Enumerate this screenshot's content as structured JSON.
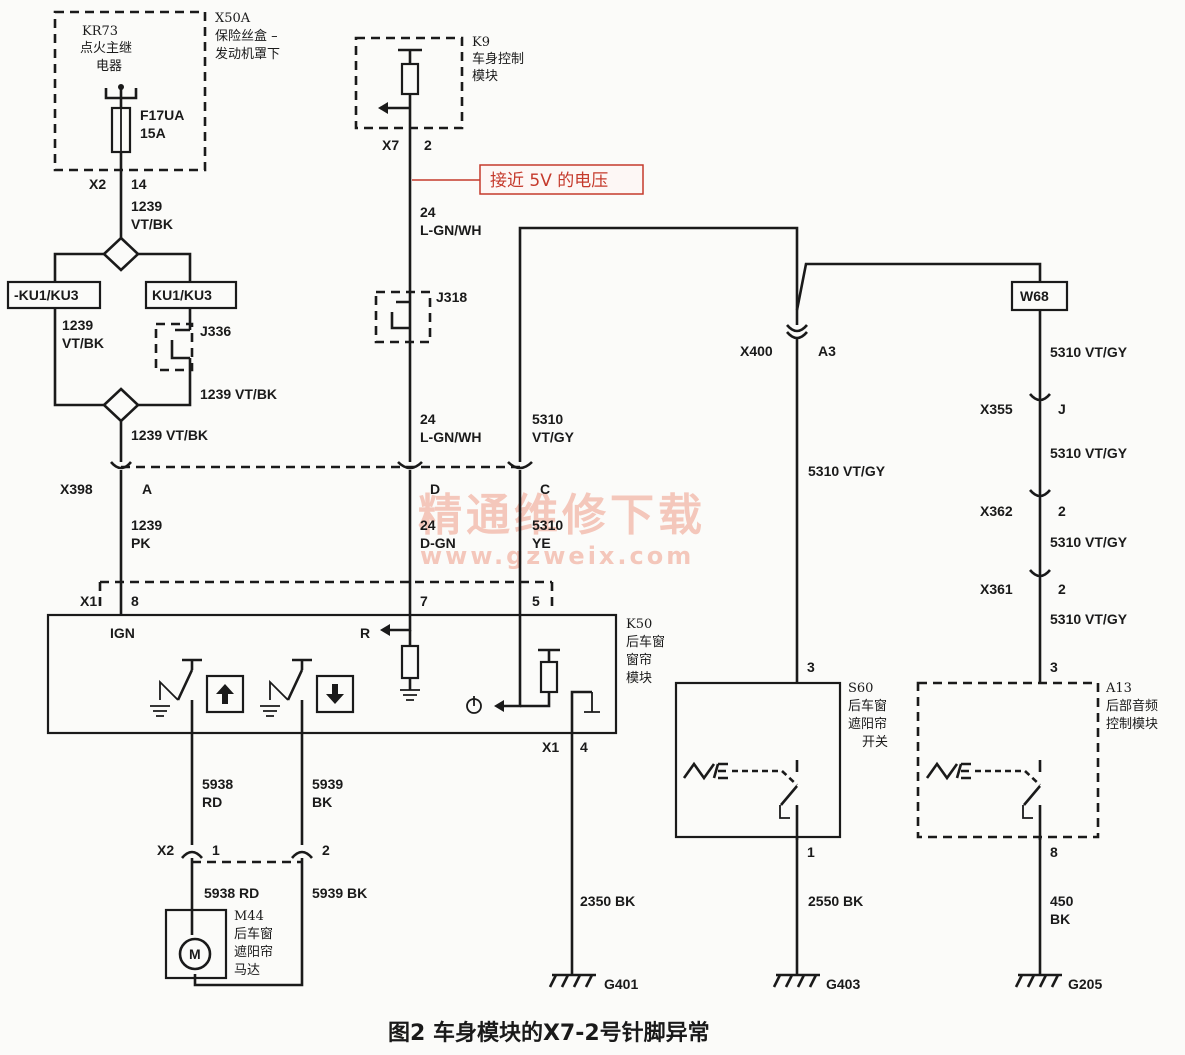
{
  "caption": "图2 车身模块的X7-2号针脚异常",
  "annotation": "接近 5V 的电压",
  "watermark": {
    "line1": "精通维修下载",
    "line2": "www.gzweix.com"
  },
  "kr73": {
    "id": "KR73",
    "name1": "点火主继",
    "name2": "电器"
  },
  "x50a": {
    "id": "X50A",
    "line1": "保险丝盒 –",
    "line2": "发动机罩下"
  },
  "fuse": {
    "id": "F17UA",
    "rating": "15A"
  },
  "k9": {
    "id": "K9",
    "line1": "车身控制",
    "line2": "模块"
  },
  "k50": {
    "id": "K50",
    "line1": "后车窗",
    "line2": "窗帘",
    "line3": "模块"
  },
  "s60": {
    "id": "S60",
    "line1": "后车窗",
    "line2": "遮阳帘",
    "line3": "开关"
  },
  "a13": {
    "id": "A13",
    "line1": "后部音频",
    "line2": "控制模块"
  },
  "m44": {
    "id": "M44",
    "line1": "后车窗",
    "line2": "遮阳帘",
    "line3": "马达",
    "symbol": "M"
  },
  "components": {
    "ku_neg": "-KU1/KU3",
    "ku_pos": "KU1/KU3",
    "j336": "J336",
    "j318": "J318",
    "w68": "W68"
  },
  "connectors": {
    "x2": "X2",
    "x2_pin": "14",
    "x7": "X7",
    "x7_pin": "2",
    "x398": "X398",
    "x398_a": "A",
    "x398_d": "D",
    "x398_c": "C",
    "x1": "X1",
    "x1_8": "8",
    "x1_7": "7",
    "x1_5": "5",
    "x1_4": "4",
    "x400": "X400",
    "x400_pin": "A3",
    "x355": "X355",
    "x355_pin": "J",
    "x362": "X362",
    "x362_pin": "2",
    "x361": "X361",
    "x361_pin": "2",
    "m_x2": "X2",
    "m_x2_1": "1",
    "m_x2_2": "2",
    "s60_3": "3",
    "s60_1": "1",
    "a13_3": "3",
    "a13_8": "8"
  },
  "wires": {
    "w1239_a": "1239",
    "w1239_a_c": "VT/BK",
    "w1239_l": "1239",
    "w1239_l_c": "VT/BK",
    "w1239_r": "1239 VT/BK",
    "w1239_b": "1239 VT/BK",
    "w1239_pk": "1239",
    "w1239_pk_c": "PK",
    "w24_top": "24",
    "w24_top_c": "L-GN/WH",
    "w24_mid": "24",
    "w24_mid_c": "L-GN/WH",
    "w24_bot": "24",
    "w24_bot_c": "D-GN",
    "w5310_mid": "5310",
    "w5310_mid_c": "VT/GY",
    "w5310_bot": "5310",
    "w5310_bot_c": "YE",
    "w5310_s60": "5310 VT/GY",
    "w5310_a": "5310 VT/GY",
    "w5310_b": "5310 VT/GY",
    "w5310_c": "5310 VT/GY",
    "w5310_d": "5310 VT/GY",
    "w5938": "5938",
    "w5938_c": "RD",
    "w5939": "5939",
    "w5939_c": "BK",
    "w5938_low": "5938 RD",
    "w5939_low": "5939 BK",
    "w2350": "2350  BK",
    "w2550": "2550 BK",
    "w450": "450",
    "w450_c": "BK"
  },
  "pins": {
    "ign": "IGN",
    "r": "R"
  },
  "grounds": {
    "g401": "G401",
    "g403": "G403",
    "g205": "G205"
  }
}
